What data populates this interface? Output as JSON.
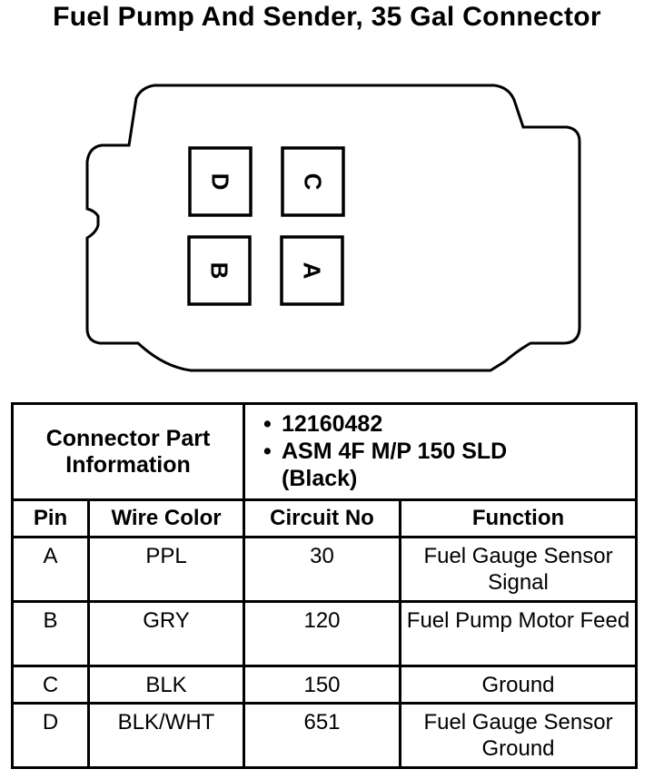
{
  "title": "Fuel Pump And Sender, 35 Gal Connector",
  "connector": {
    "pins": [
      {
        "letter": "D"
      },
      {
        "letter": "C"
      },
      {
        "letter": "B"
      },
      {
        "letter": "A"
      }
    ]
  },
  "table": {
    "part_info_label": "Connector Part Information",
    "part_info_lines": [
      "12160482",
      "ASM 4F M/P 150 SLD",
      "(Black)"
    ],
    "headers": [
      "Pin",
      "Wire Color",
      "Circuit No",
      "Function"
    ],
    "rows": [
      {
        "pin": "A",
        "wire": "PPL",
        "circuit": "30",
        "function": "Fuel Gauge Sensor Signal"
      },
      {
        "pin": "B",
        "wire": "GRY",
        "circuit": "120",
        "function": "Fuel Pump Motor Feed"
      },
      {
        "pin": "C",
        "wire": "BLK",
        "circuit": "150",
        "function": "Ground"
      },
      {
        "pin": "D",
        "wire": "BLK/WHT",
        "circuit": "651",
        "function": "Fuel Gauge Sensor Ground"
      }
    ]
  }
}
